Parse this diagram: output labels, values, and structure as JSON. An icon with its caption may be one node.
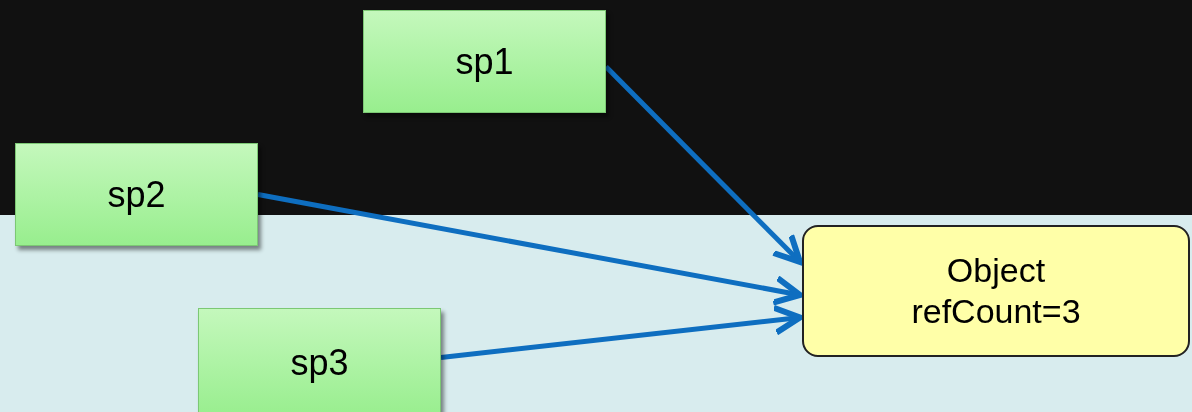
{
  "diagram": {
    "nodes": [
      {
        "text": [
          "sp1"
        ]
      },
      {
        "text": [
          "sp2"
        ]
      },
      {
        "text": [
          "sp3"
        ]
      },
      {
        "text": [
          "Object",
          "refCount=3"
        ]
      }
    ],
    "edges": [
      {
        "from": 0,
        "to": 3,
        "arrow": "to"
      },
      {
        "from": 1,
        "to": 3,
        "arrow": "to"
      },
      {
        "from": 2,
        "to": 3,
        "arrow": "to"
      }
    ]
  }
}
